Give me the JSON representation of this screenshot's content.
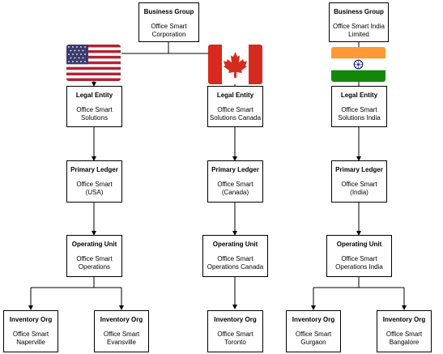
{
  "nodes": {
    "bg1": {
      "title": "Business Group",
      "name": "Office Smart\nCorporation"
    },
    "bg2": {
      "title": "Business Group",
      "name": "Office Smart India\nLimited"
    },
    "le_us": {
      "title": "Legal Entity",
      "name": "Office Smart\nSolutions"
    },
    "le_ca": {
      "title": "Legal Entity",
      "name": "Office Smart\nSolutions Canada"
    },
    "le_in": {
      "title": "Legal Entity",
      "name": "Office Smart\nSolutions India"
    },
    "pl_us": {
      "title": "Primary Ledger",
      "name": "Office Smart\n(USA)"
    },
    "pl_ca": {
      "title": "Primary Ledger",
      "name": "Office Smart\n(Canada)"
    },
    "pl_in": {
      "title": "Primary Ledger",
      "name": "Office Smart\n(India)"
    },
    "ou_us": {
      "title": "Operating Unit",
      "name": "Office Smart\nOperations"
    },
    "ou_ca": {
      "title": "Operating Unit",
      "name": "Office Smart\nOperations Canada"
    },
    "ou_in": {
      "title": "Operating Unit",
      "name": "Office Smart\nOperations India"
    },
    "io_nap": {
      "title": "Inventory Org",
      "name": "Office Smart\nNaperville"
    },
    "io_eva": {
      "title": "Inventory Org",
      "name": "Office Smart\nEvansville"
    },
    "io_tor": {
      "title": "Inventory Org",
      "name": "Office Smart\nToronto"
    },
    "io_gur": {
      "title": "Inventory Org",
      "name": "Office Smart\nGurgaon"
    },
    "io_ban": {
      "title": "Inventory Org",
      "name": "Office Smart\nBangalore"
    }
  },
  "flags": [
    "usa-flag-icon",
    "canada-flag-icon",
    "india-flag-icon"
  ],
  "colors": {
    "line": "#000000",
    "box_border": "#000000",
    "us_red": "#B22234",
    "us_blue": "#3C3B6E",
    "ca_red": "#D52B1E",
    "in_saffron": "#FF9933",
    "in_green": "#138808",
    "in_chakra": "#000080"
  }
}
